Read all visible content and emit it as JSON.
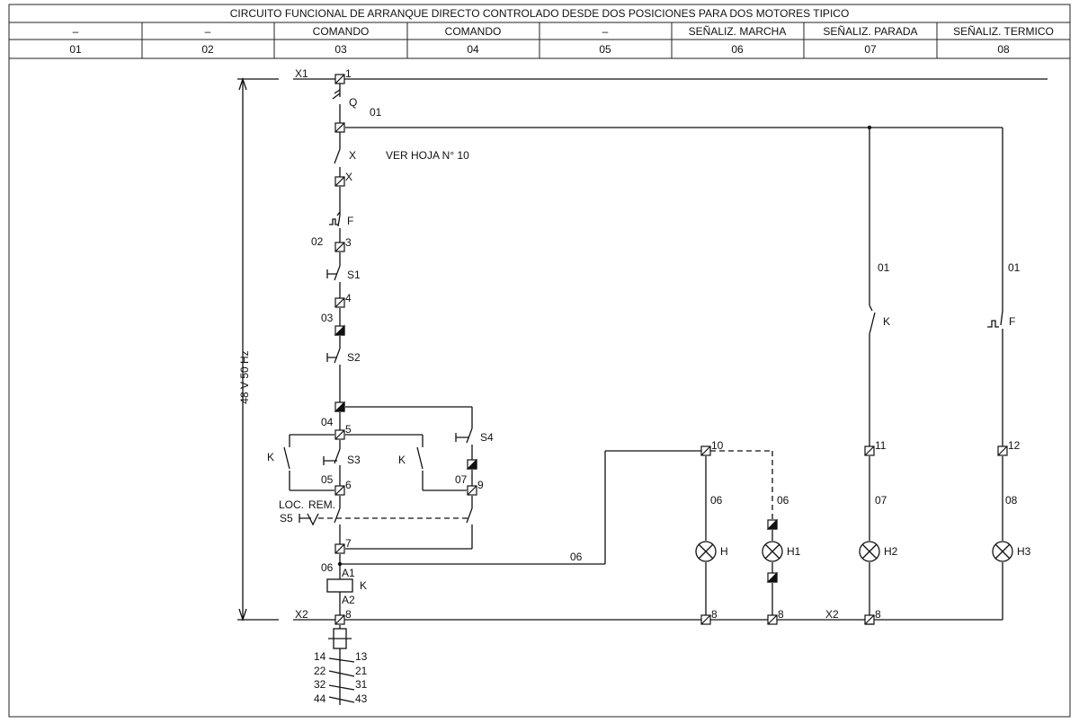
{
  "header": {
    "title": "CIRCUITO FUNCIONAL DE ARRANQUE DIRECTO CONTROLADO DESDE DOS POSICIONES PARA DOS MOTORES TIPICO",
    "columns": [
      {
        "label": "–",
        "number": "01"
      },
      {
        "label": "–",
        "number": "02"
      },
      {
        "label": "COMANDO",
        "number": "03"
      },
      {
        "label": "COMANDO",
        "number": "04"
      },
      {
        "label": "–",
        "number": "05"
      },
      {
        "label": "SEÑALIZ. MARCHA",
        "number": "06"
      },
      {
        "label": "SEÑALIZ. PARADA",
        "number": "07"
      },
      {
        "label": "SEÑALIZ. TERMICO",
        "number": "08"
      }
    ]
  },
  "labels": {
    "x1": "X1",
    "x2": "X2",
    "x2b": "X2",
    "q": "Q",
    "x": "X",
    "x_term": "X",
    "f": "F",
    "s1": "S1",
    "s2": "S2",
    "s3": "S3",
    "s4": "S4",
    "s5": "S5",
    "k_main": "K",
    "k_par_left": "K",
    "k_par_mid": "K",
    "k_col7": "K",
    "f_col8": "F",
    "loc": "LOC.",
    "rem": "REM.",
    "a1": "A1",
    "a2": "A2",
    "h": "H",
    "h1": "H1",
    "h2": "H2",
    "h3": "H3",
    "voltage": "48 V 50 Hz",
    "note": "VER HOJA N° 10"
  },
  "terminals": {
    "t1": "1",
    "t3": "3",
    "t4": "4",
    "t5": "5",
    "t6": "6",
    "t7": "7",
    "t8": "8",
    "t9": "9",
    "t10": "10",
    "t11": "11",
    "t12": "12",
    "t8_h": "8",
    "t8_h1": "8",
    "t8_h2": "8"
  },
  "wires": {
    "w01_top": "01",
    "w01_col7": "01",
    "w01_col8": "01",
    "w02": "02",
    "w03": "03",
    "w04": "04",
    "w05": "05",
    "w06_coil": "06",
    "w06_mid": "06",
    "w06_h": "06",
    "w06_h1": "06",
    "w07": "07",
    "w07_h2": "07",
    "w08": "08"
  },
  "contacts": {
    "c14": "14",
    "c13": "13",
    "c22": "22",
    "c21": "21",
    "c32": "32",
    "c31": "31",
    "c44": "44",
    "c43": "43"
  }
}
